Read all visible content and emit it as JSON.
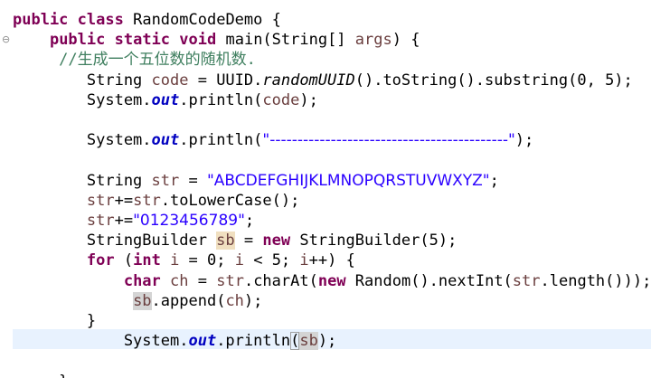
{
  "editor": {
    "lines": [
      [
        {
          "t": "public",
          "c": "kw"
        },
        {
          "t": " ",
          "c": "plain"
        },
        {
          "t": "class",
          "c": "kw"
        },
        {
          "t": " RandomCodeDemo {",
          "c": "plain"
        }
      ],
      [
        {
          "t": "    ",
          "c": "plain"
        },
        {
          "t": "public",
          "c": "kw"
        },
        {
          "t": " ",
          "c": "plain"
        },
        {
          "t": "static",
          "c": "kw"
        },
        {
          "t": " ",
          "c": "plain"
        },
        {
          "t": "void",
          "c": "kw"
        },
        {
          "t": " main(String[] ",
          "c": "plain"
        },
        {
          "t": "args",
          "c": "var"
        },
        {
          "t": ") {",
          "c": "plain"
        }
      ],
      [
        {
          "t": "     //生成一个五位数的随机数.",
          "c": "cm"
        }
      ],
      [
        {
          "t": "        String ",
          "c": "plain"
        },
        {
          "t": "code",
          "c": "var"
        },
        {
          "t": " = UUID.",
          "c": "plain"
        },
        {
          "t": "randomUUID",
          "c": "it"
        },
        {
          "t": "().toString().substring(0, 5);",
          "c": "plain"
        }
      ],
      [
        {
          "t": "        System.",
          "c": "plain"
        },
        {
          "t": "out",
          "c": "fld"
        },
        {
          "t": ".println(",
          "c": "plain"
        },
        {
          "t": "code",
          "c": "var"
        },
        {
          "t": ");",
          "c": "plain"
        }
      ],
      [],
      [
        {
          "t": "        System.",
          "c": "plain"
        },
        {
          "t": "out",
          "c": "fld"
        },
        {
          "t": ".println(",
          "c": "plain"
        },
        {
          "t": "\"-------------------------------------------\"",
          "c": "str"
        },
        {
          "t": ");",
          "c": "plain"
        }
      ],
      [],
      [
        {
          "t": "        String ",
          "c": "plain"
        },
        {
          "t": "str",
          "c": "var"
        },
        {
          "t": " = ",
          "c": "plain"
        },
        {
          "t": "\"ABCDEFGHIJKLMNOPQRSTUVWXYZ\"",
          "c": "str"
        },
        {
          "t": ";",
          "c": "plain"
        }
      ],
      [
        {
          "t": "        ",
          "c": "plain"
        },
        {
          "t": "str",
          "c": "var"
        },
        {
          "t": "+=",
          "c": "plain"
        },
        {
          "t": "str",
          "c": "var"
        },
        {
          "t": ".toLowerCase();",
          "c": "plain"
        }
      ],
      [
        {
          "t": "        ",
          "c": "plain"
        },
        {
          "t": "str",
          "c": "var"
        },
        {
          "t": "+=",
          "c": "plain"
        },
        {
          "t": "\"0123456789\"",
          "c": "str"
        },
        {
          "t": ";",
          "c": "plain"
        }
      ],
      [
        {
          "t": "        StringBuilder ",
          "c": "plain"
        },
        {
          "t": "sb",
          "c": "var hl-write"
        },
        {
          "t": " = ",
          "c": "plain"
        },
        {
          "t": "new",
          "c": "kw"
        },
        {
          "t": " StringBuilder(5);",
          "c": "plain"
        }
      ],
      [
        {
          "t": "        ",
          "c": "plain"
        },
        {
          "t": "for",
          "c": "kw"
        },
        {
          "t": " (",
          "c": "plain"
        },
        {
          "t": "int",
          "c": "kw"
        },
        {
          "t": " ",
          "c": "plain"
        },
        {
          "t": "i",
          "c": "var"
        },
        {
          "t": " = 0; ",
          "c": "plain"
        },
        {
          "t": "i",
          "c": "var"
        },
        {
          "t": " < 5; ",
          "c": "plain"
        },
        {
          "t": "i",
          "c": "var"
        },
        {
          "t": "++) {",
          "c": "plain"
        }
      ],
      [
        {
          "t": "            ",
          "c": "plain"
        },
        {
          "t": "char",
          "c": "kw"
        },
        {
          "t": " ",
          "c": "plain"
        },
        {
          "t": "ch",
          "c": "var"
        },
        {
          "t": " = ",
          "c": "plain"
        },
        {
          "t": "str",
          "c": "var"
        },
        {
          "t": ".charAt(",
          "c": "plain"
        },
        {
          "t": "new",
          "c": "kw"
        },
        {
          "t": " Random().nextInt(",
          "c": "plain"
        },
        {
          "t": "str",
          "c": "var"
        },
        {
          "t": ".length()));",
          "c": "plain"
        }
      ],
      [
        {
          "t": "             ",
          "c": "plain"
        },
        {
          "t": "sb",
          "c": "var hl-occ"
        },
        {
          "t": ".append(",
          "c": "plain"
        },
        {
          "t": "ch",
          "c": "var"
        },
        {
          "t": ");",
          "c": "plain"
        }
      ],
      [
        {
          "t": "        }",
          "c": "plain"
        }
      ],
      [
        {
          "t": "            System.",
          "c": "plain"
        },
        {
          "t": "out",
          "c": "fld"
        },
        {
          "t": ".println",
          "c": "plain"
        },
        {
          "t": "(",
          "c": "plain bracket-box"
        },
        {
          "t": "",
          "c": "cursor"
        },
        {
          "t": "sb",
          "c": "var hl-occ"
        },
        {
          "t": ");",
          "c": "plain"
        }
      ],
      [],
      [
        {
          "t": "     }",
          "c": "plain"
        }
      ]
    ]
  },
  "colors": {
    "keyword": "#7f0055",
    "string": "#2a00ff",
    "comment": "#3f7f5f",
    "local_variable": "#6a3e3e",
    "static_field": "#0000c0",
    "current_line": "#e8f2fe",
    "occurrence_highlight": "#d4d4d4",
    "write_occurrence_highlight": "#f0dfc0"
  },
  "gutter": {
    "fold_marker_icon": "collapse-minus-icon",
    "fold_marker_glyph": "⊖"
  }
}
